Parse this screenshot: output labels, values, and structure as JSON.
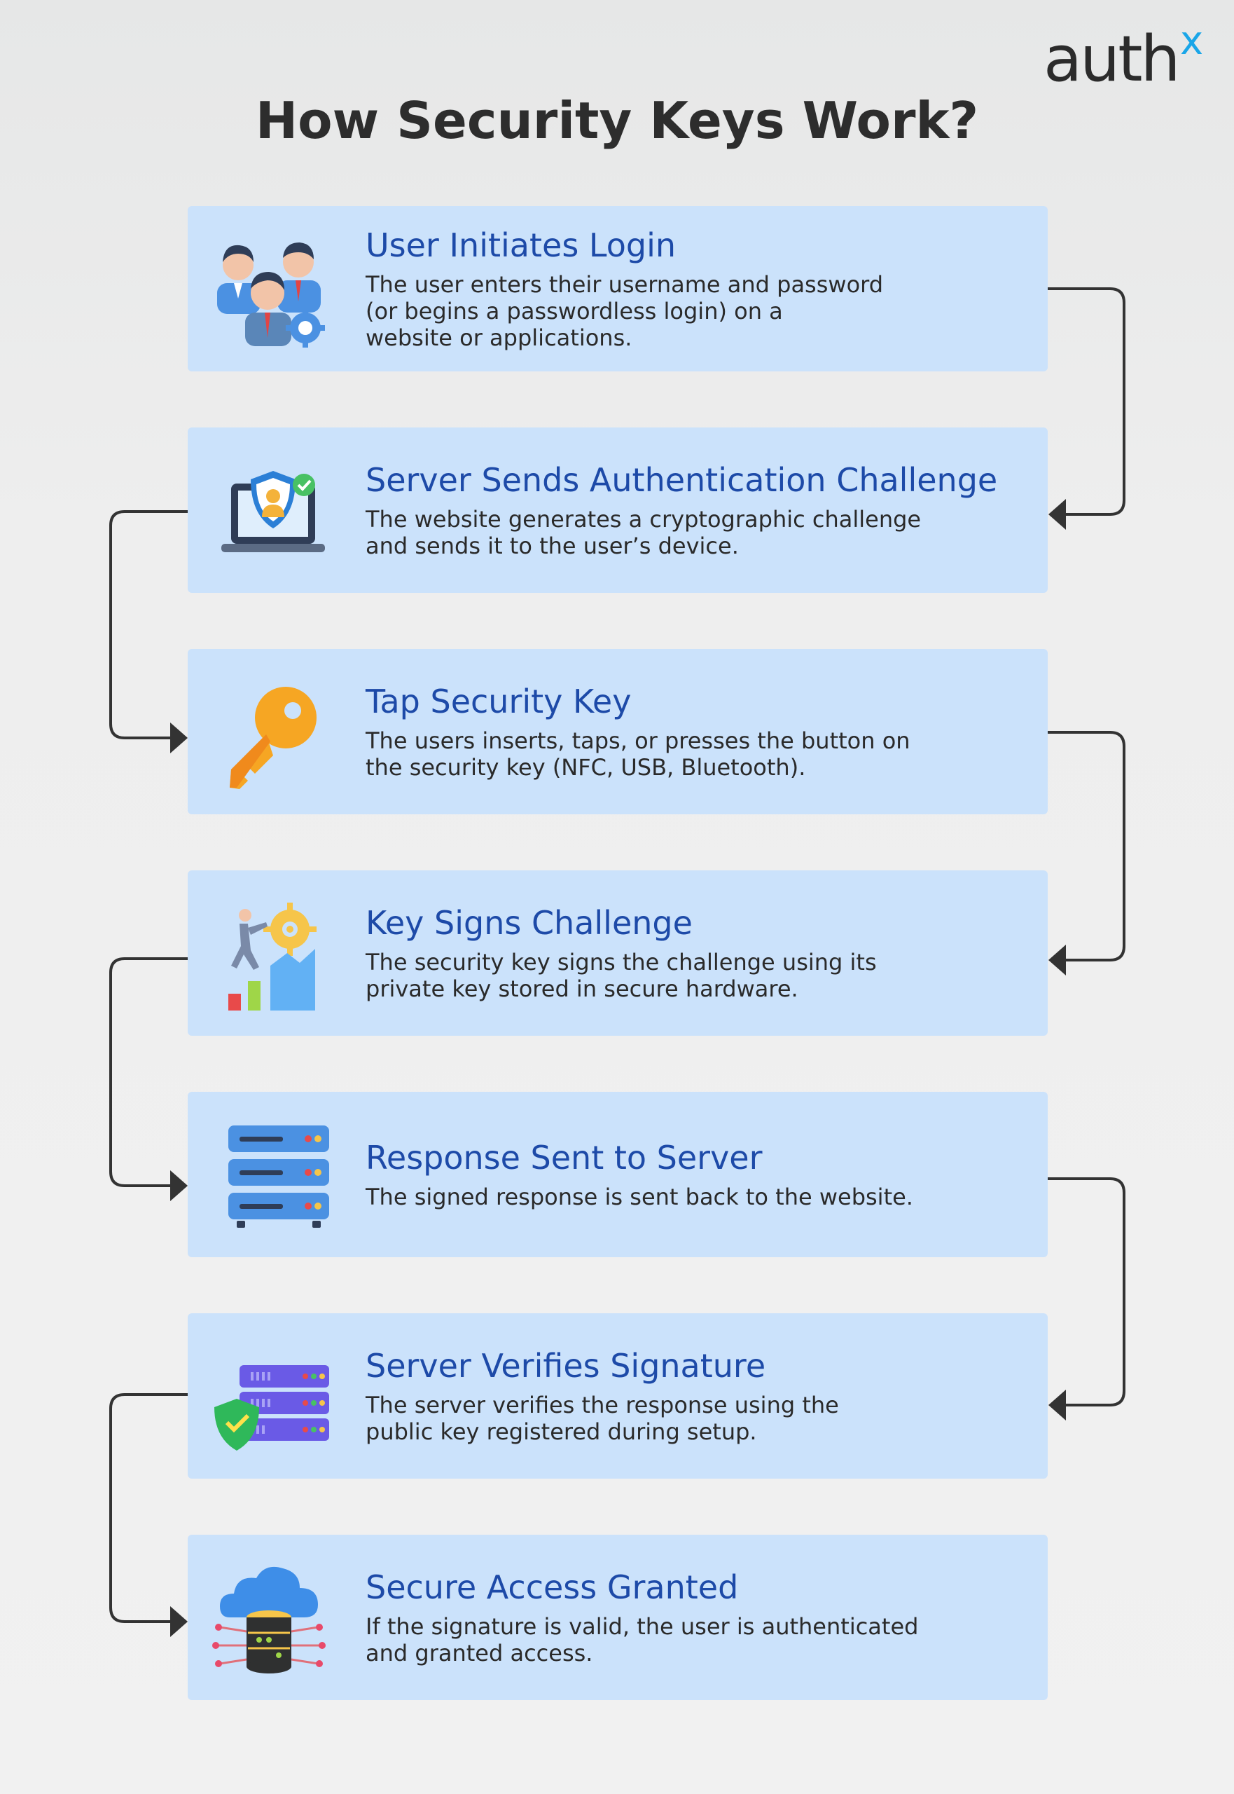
{
  "brand": {
    "name": "auth",
    "mark": "x"
  },
  "title": "How Security Keys Work?",
  "steps": [
    {
      "title": "User Initiates Login",
      "description": "The user enters their username and password\n(or begins a passwordless login) on a\nwebsite or applications.",
      "icon": "users-gear-icon"
    },
    {
      "title": "Server Sends Authentication Challenge",
      "description": "The website generates a cryptographic challenge\nand sends it to the user’s device.",
      "icon": "laptop-shield-icon"
    },
    {
      "title": "Tap Security Key",
      "description": "The users inserts, taps, or presses the button on\nthe security key (NFC, USB, Bluetooth).",
      "icon": "key-icon"
    },
    {
      "title": "Key Signs Challenge",
      "description": "The security key signs the challenge using its\nprivate key stored in secure hardware.",
      "icon": "signing-progress-icon"
    },
    {
      "title": "Response Sent to Server",
      "description": "The signed response is sent back to the website.",
      "icon": "server-rack-icon"
    },
    {
      "title": "Server Verifies Signature",
      "description": "The server verifies the response using the\npublic key registered during setup.",
      "icon": "server-shield-icon"
    },
    {
      "title": "Secure Access Granted",
      "description": "If the signature is valid, the user is authenticated\nand granted access.",
      "icon": "cloud-database-icon"
    }
  ],
  "colors": {
    "card": "#cbe2fb",
    "step_title": "#1d4aa8",
    "connector": "#333333",
    "brand_accent": "#1aa6e8"
  }
}
